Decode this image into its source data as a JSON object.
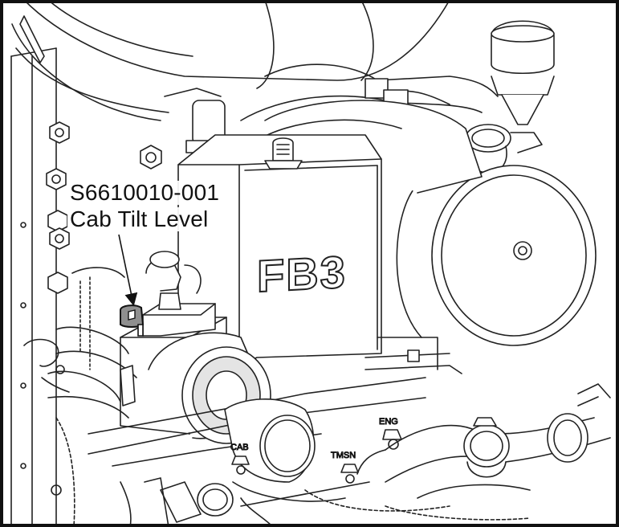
{
  "callout": {
    "part_number": "S6610010-001",
    "description": "Cab Tilt Level"
  },
  "labels": {
    "tank_lettering": "FB3",
    "cab": "CAB",
    "engine": "ENG",
    "transmission": "TMSN"
  },
  "colors": {
    "line": "#222222",
    "shade": "#d9d9d9",
    "highlight_part": "#8f8f8f",
    "background": "#ffffff"
  },
  "icons": {
    "leader": "arrow-leader-icon",
    "highlighted_part": "cab-tilt-level-valve-icon"
  }
}
